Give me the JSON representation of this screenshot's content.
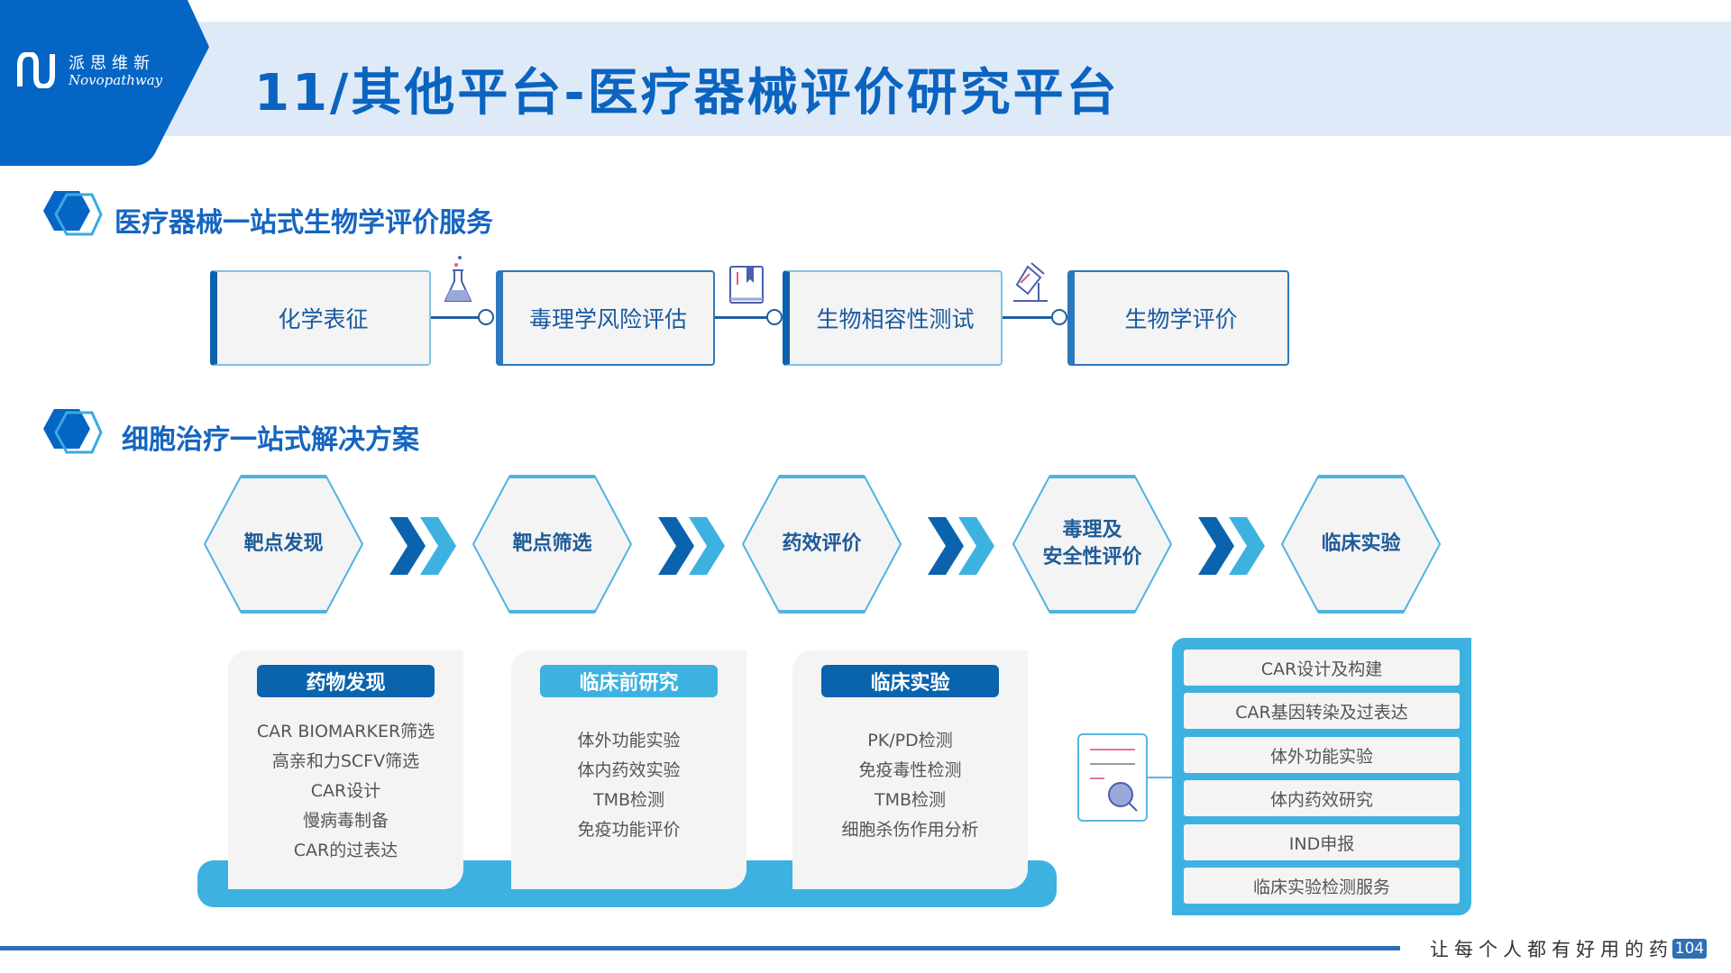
{
  "header": {
    "logo_cn": "派思维新",
    "logo_en": "Novopathway",
    "title": "11/其他平台-医疗器械评价研究平台"
  },
  "section1": {
    "title": "医疗器械一站式生物学评价服务",
    "steps": [
      "化学表征",
      "毒理学风险评估",
      "生物相容性测试",
      "生物学评价"
    ]
  },
  "section2": {
    "title": "细胞治疗一站式解决方案",
    "hexes": [
      "靶点发现",
      "靶点筛选",
      "药效评价",
      "毒理及\n安全性评价",
      "临床实验"
    ]
  },
  "cards": [
    {
      "title": "药物发现",
      "items": [
        "CAR BIOMARKER筛选",
        "高亲和力SCFV筛选",
        "CAR设计",
        "慢病毒制备",
        "CAR的过表达"
      ]
    },
    {
      "title": "临床前研究",
      "items": [
        "体外功能实验",
        "体内药效实验",
        "TMB检测",
        "免疫功能评价"
      ]
    },
    {
      "title": "临床实验",
      "items": [
        "PK/PD检测",
        "免疫毒性检测",
        "TMB检测",
        "细胞杀伤作用分析"
      ]
    }
  ],
  "panel": {
    "items": [
      "CAR设计及构建",
      "CAR基因转染及过表达",
      "体外功能实验",
      "体内药效研究",
      "IND申报",
      "临床实验检测服务"
    ]
  },
  "footer": {
    "slogan": "让每个人都有好用的药",
    "page": "104"
  },
  "colors": {
    "primary": "#0a64c0",
    "dark": "#0b63ae",
    "light": "#3db2e0",
    "banner": "#dfeaf8"
  }
}
